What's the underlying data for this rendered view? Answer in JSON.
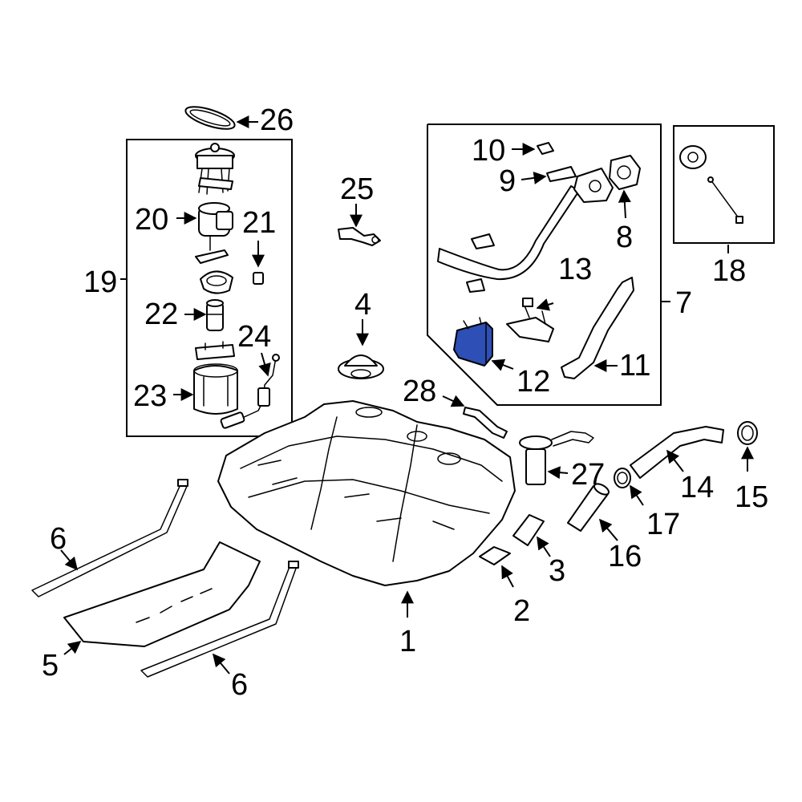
{
  "highlight_color": "#2e4fb5",
  "callouts": {
    "c1": "1",
    "c2": "2",
    "c3": "3",
    "c4": "4",
    "c5": "5",
    "c6a": "6",
    "c6b": "6",
    "c7": "7",
    "c8": "8",
    "c9": "9",
    "c10": "10",
    "c11": "11",
    "c12": "12",
    "c13": "13",
    "c14": "14",
    "c15": "15",
    "c16": "16",
    "c17": "17",
    "c18": "18",
    "c19": "19",
    "c20": "20",
    "c21": "21",
    "c22": "22",
    "c23": "23",
    "c24": "24",
    "c25": "25",
    "c26": "26",
    "c27": "27",
    "c28": "28"
  }
}
